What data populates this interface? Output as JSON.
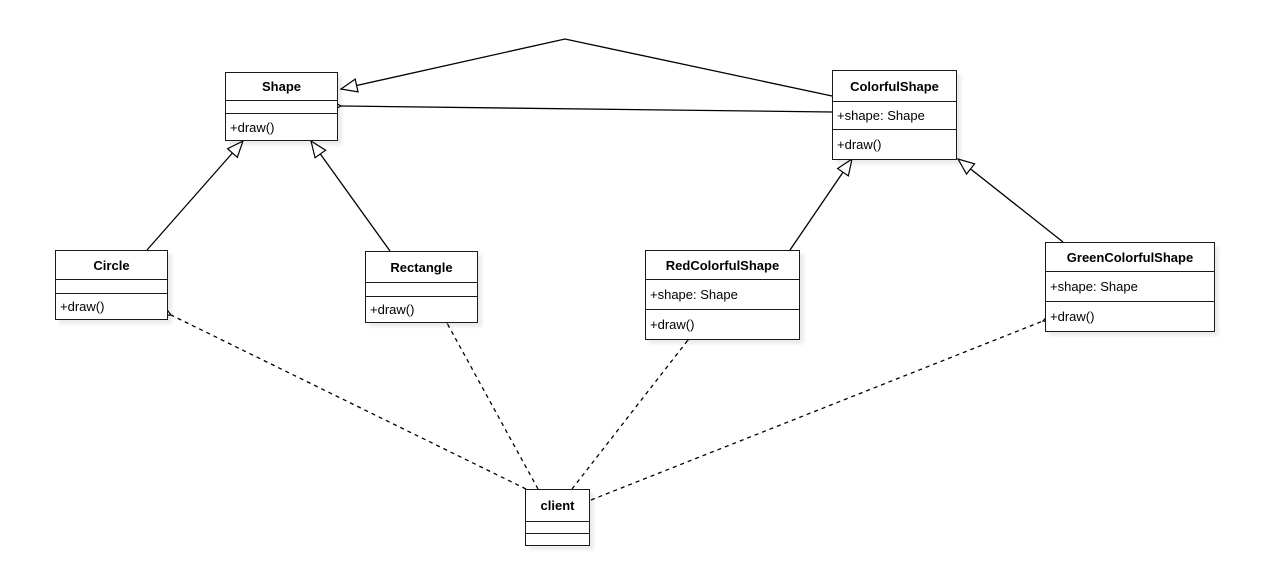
{
  "diagram": {
    "kind": "uml-class-diagram",
    "classes": [
      {
        "id": "shape",
        "name": "Shape",
        "attributes": [],
        "methods": [
          "+draw()"
        ]
      },
      {
        "id": "colorful-shape",
        "name": "ColorfulShape",
        "attributes": [
          "+shape: Shape"
        ],
        "methods": [
          "+draw()"
        ]
      },
      {
        "id": "circle",
        "name": "Circle",
        "attributes": [],
        "methods": [
          "+draw()"
        ]
      },
      {
        "id": "rectangle",
        "name": "Rectangle",
        "attributes": [],
        "methods": [
          "+draw()"
        ]
      },
      {
        "id": "red-colorful-shape",
        "name": "RedColorfulShape",
        "attributes": [
          "+shape: Shape"
        ],
        "methods": [
          "+draw()"
        ]
      },
      {
        "id": "green-colorful-shape",
        "name": "GreenColorfulShape",
        "attributes": [
          "+shape: Shape"
        ],
        "methods": [
          "+draw()"
        ]
      },
      {
        "id": "client",
        "name": "client",
        "attributes": [],
        "methods": []
      }
    ],
    "relationships": [
      {
        "from": "Circle",
        "to": "Shape",
        "type": "generalization",
        "line": "solid",
        "arrowhead": "hollow-triangle"
      },
      {
        "from": "Rectangle",
        "to": "Shape",
        "type": "generalization",
        "line": "solid",
        "arrowhead": "hollow-triangle"
      },
      {
        "from": "ColorfulShape",
        "to": "Shape",
        "type": "generalization",
        "line": "solid",
        "arrowhead": "hollow-triangle"
      },
      {
        "from": "ColorfulShape",
        "to": "Shape",
        "type": "association",
        "line": "solid",
        "arrowhead": "open"
      },
      {
        "from": "RedColorfulShape",
        "to": "ColorfulShape",
        "type": "generalization",
        "line": "solid",
        "arrowhead": "hollow-triangle"
      },
      {
        "from": "GreenColorfulShape",
        "to": "ColorfulShape",
        "type": "generalization",
        "line": "solid",
        "arrowhead": "hollow-triangle"
      },
      {
        "from": "client",
        "to": "Circle",
        "type": "dependency",
        "line": "dashed",
        "arrowhead": "open"
      },
      {
        "from": "client",
        "to": "Rectangle",
        "type": "dependency",
        "line": "dashed",
        "arrowhead": "open"
      },
      {
        "from": "client",
        "to": "RedColorfulShape",
        "type": "dependency",
        "line": "dashed",
        "arrowhead": "open"
      },
      {
        "from": "client",
        "to": "GreenColorfulShape",
        "type": "dependency",
        "line": "dashed",
        "arrowhead": "open"
      }
    ]
  },
  "colors": {
    "background": "#ffffff",
    "line": "#000000",
    "box_fill": "#ffffff",
    "box_border": "#1a1a1a",
    "text": "#000000"
  }
}
